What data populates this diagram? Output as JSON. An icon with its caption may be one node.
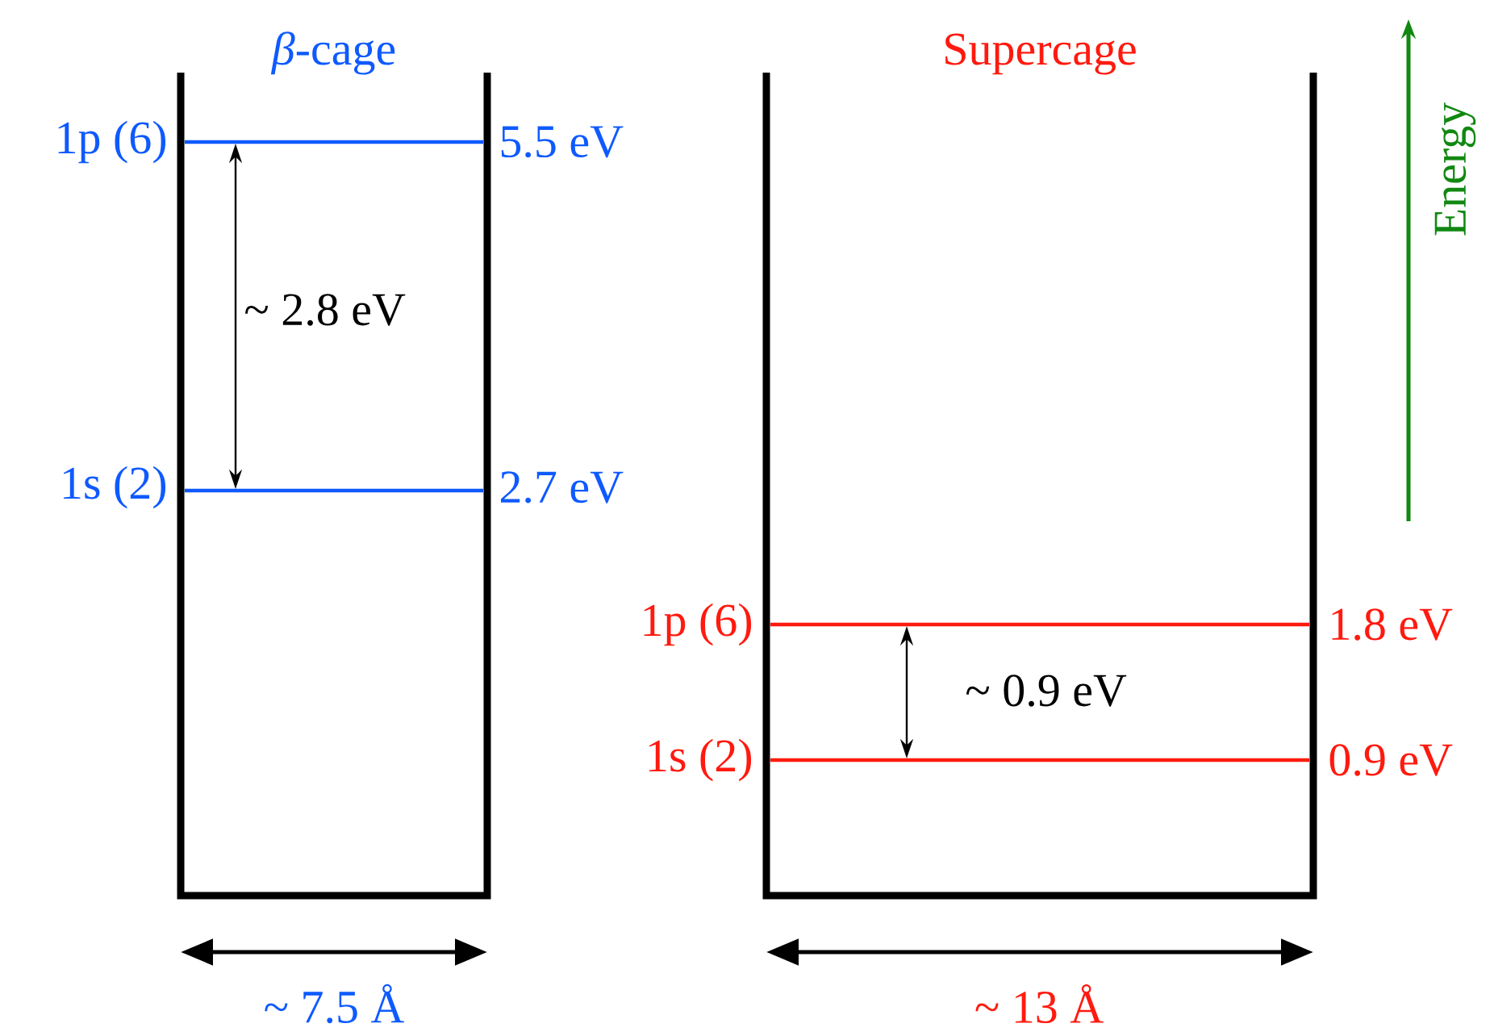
{
  "diagram": {
    "nodes": [
      {
        "text": [
          "*β*-cage"
        ]
      },
      {
        "text": [
          "Supercage"
        ]
      }
    ],
    "labels": [
      "1p (6)",
      "5.5 eV",
      "~ 2.8 eV",
      "1s (2)",
      "2.7 eV",
      "1p (6)",
      "1.8 eV",
      "~ 0.9 eV",
      "1s (2)",
      "0.9 eV",
      "~ 7.5 Å",
      "~ 13 Å",
      "Energy"
    ]
  }
}
